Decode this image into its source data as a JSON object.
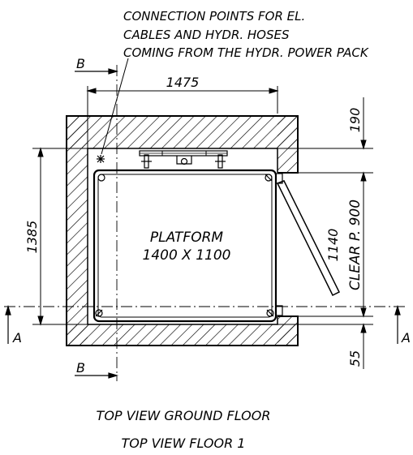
{
  "drawing": {
    "note_lines": [
      "CONNECTION POINTS FOR EL.",
      "CABLES AND HYDR. HOSES",
      "COMING FROM THE HYDR. POWER PACK"
    ],
    "platform_label": [
      "PLATFORM",
      "1400 X 1100"
    ],
    "dimensions": {
      "width": "1475",
      "depth": "1385",
      "top_gap": "190",
      "door_depth": "1140",
      "clear_passage": "CLEAR P. 900",
      "bottom_gap": "55"
    },
    "section_markers": {
      "b_top": "B",
      "b_bottom": "B",
      "a_left": "A",
      "a_right": "A"
    },
    "captions": [
      "TOP VIEW GROUND FLOOR",
      "TOP VIEW FLOOR 1"
    ]
  }
}
